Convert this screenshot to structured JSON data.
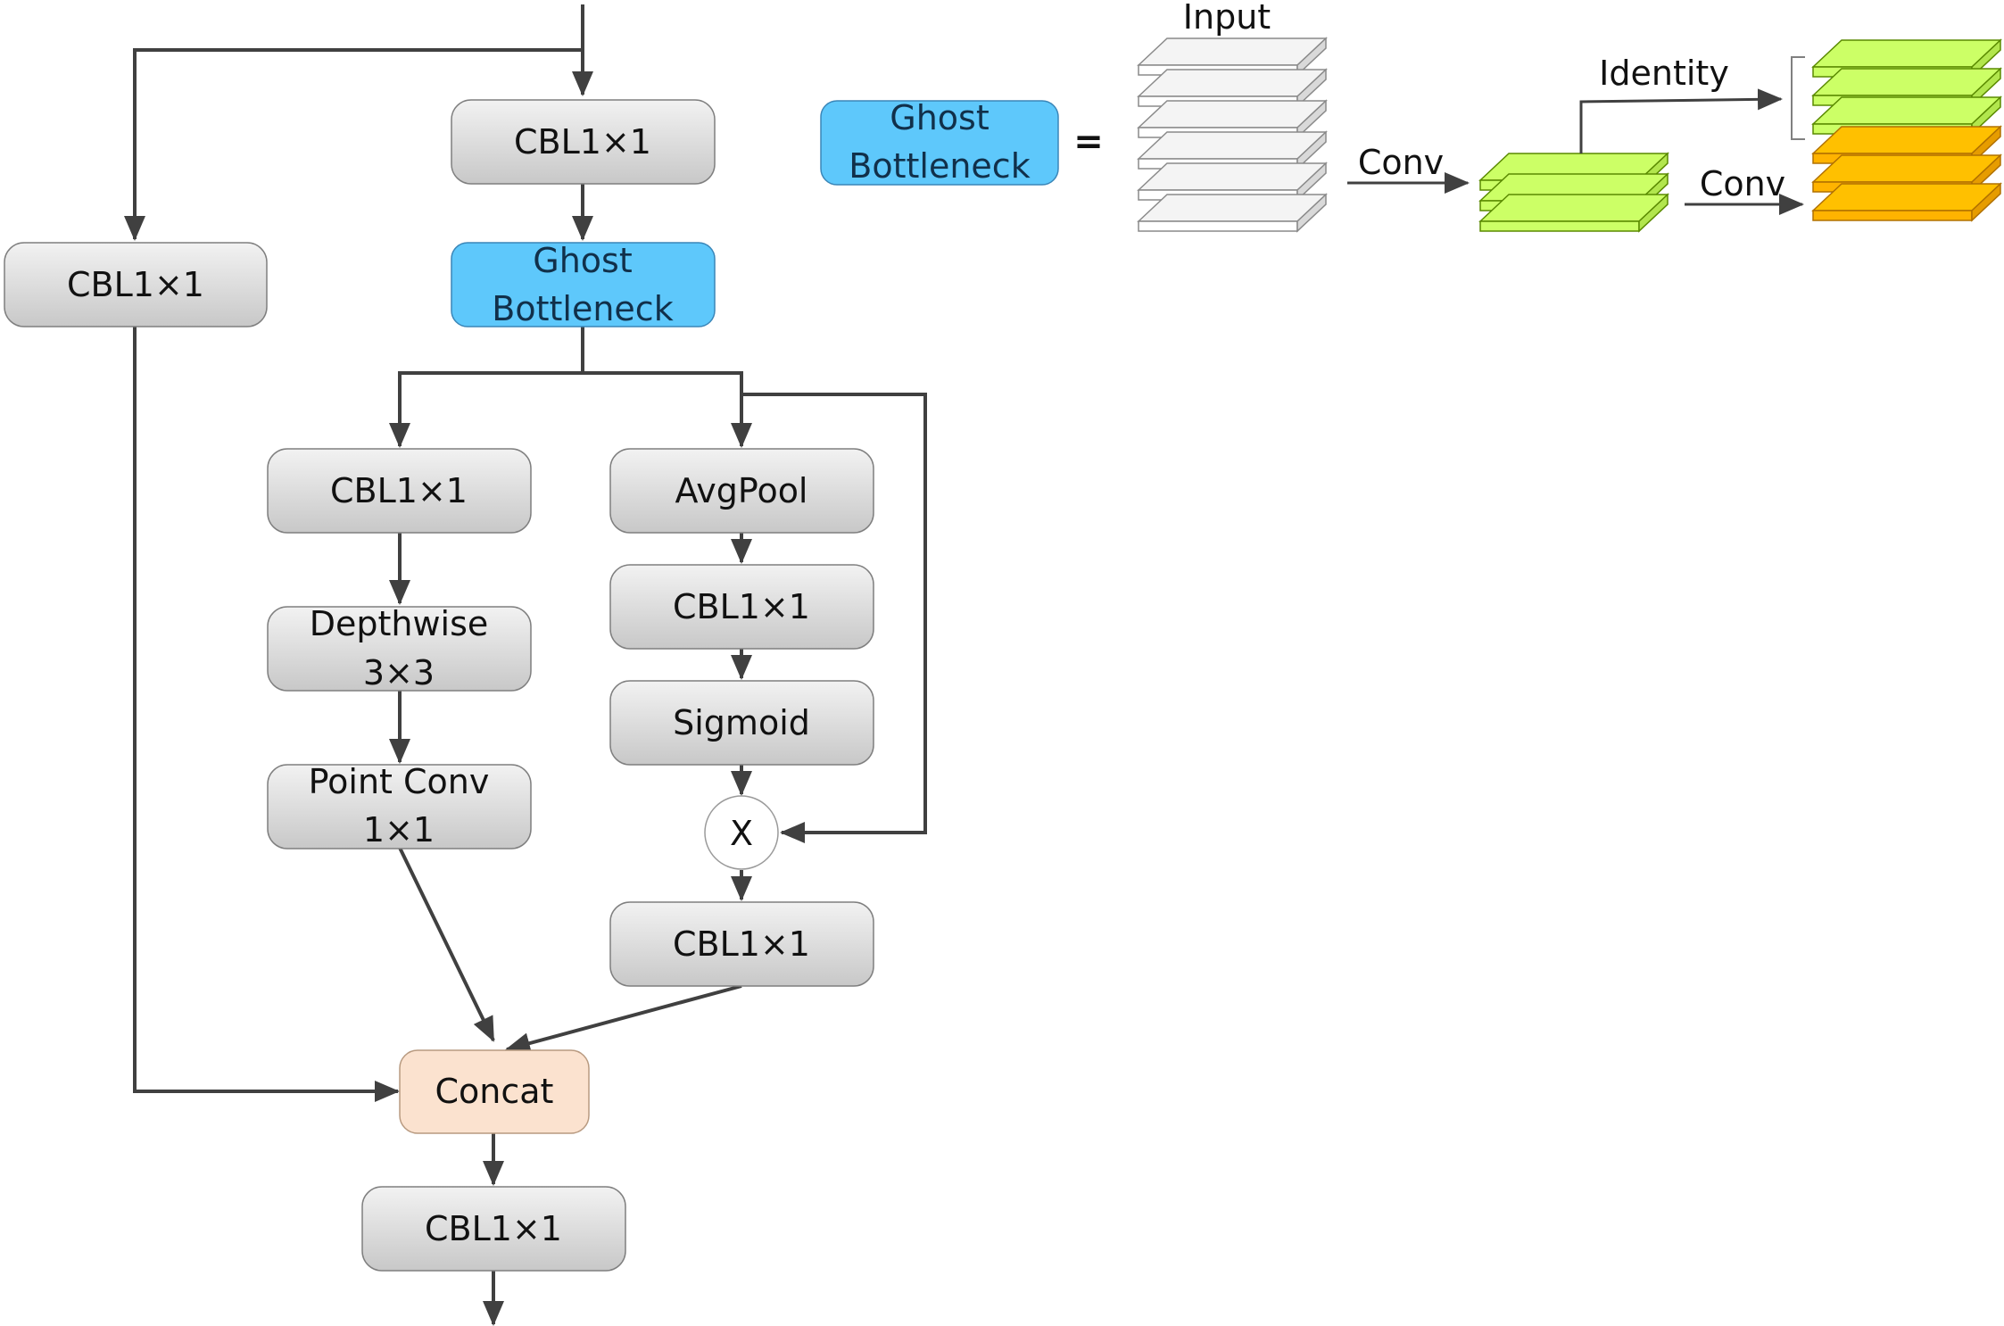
{
  "left": {
    "cbl_top": "CBL1×1",
    "cbl_shortcut": "CBL1×1",
    "ghost": {
      "line1": "Ghost",
      "line2": "Bottleneck"
    },
    "cbl_branch_a": "CBL1×1",
    "depthwise": {
      "line1": "Depthwise",
      "line2": "3×3"
    },
    "pointconv": {
      "line1": "Point Conv",
      "line2": "1×1"
    },
    "avgpool": "AvgPool",
    "cbl_se": "CBL1×1",
    "sigmoid": "Sigmoid",
    "multiply": "X",
    "cbl_after_mult": "CBL1×1",
    "concat": "Concat",
    "cbl_out": "CBL1×1"
  },
  "right": {
    "ghost": {
      "line1": "Ghost",
      "line2": "Bottleneck"
    },
    "equals": "=",
    "input_label": "Input",
    "conv_label_1": "Conv",
    "identity_label": "Identity",
    "conv_label_2": "Conv"
  },
  "colors": {
    "box_gray_top": "#f2f2f2",
    "box_gray_bottom": "#c8c8c8",
    "ghost_blue": "#5ec8fb",
    "concat_peach": "#fbe2cf",
    "feature_green": "#ccff66",
    "feature_orange": "#ffc000",
    "arrow": "#404040"
  }
}
